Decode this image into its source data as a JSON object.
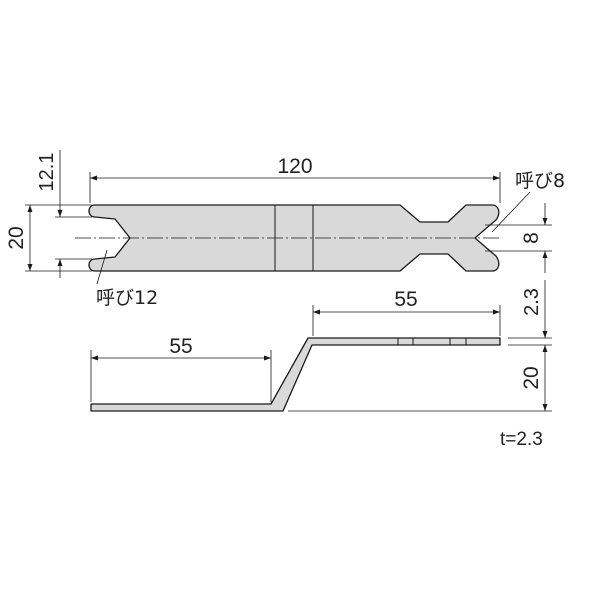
{
  "top_view": {
    "overall_length": "120",
    "width": "20",
    "wide_end_offset": "12.1",
    "narrow_slot_width": "8",
    "wide_jaw_label": "呼び12",
    "narrow_jaw_label": "呼び8"
  },
  "side_view": {
    "left_flat_length": "55",
    "right_flat_length": "55",
    "thickness_dim": "2.3",
    "offset_height": "20"
  },
  "thickness_note": "t=2.3",
  "colors": {
    "part_fill": "#d9d9d9",
    "outline": "#1a1a1a"
  }
}
